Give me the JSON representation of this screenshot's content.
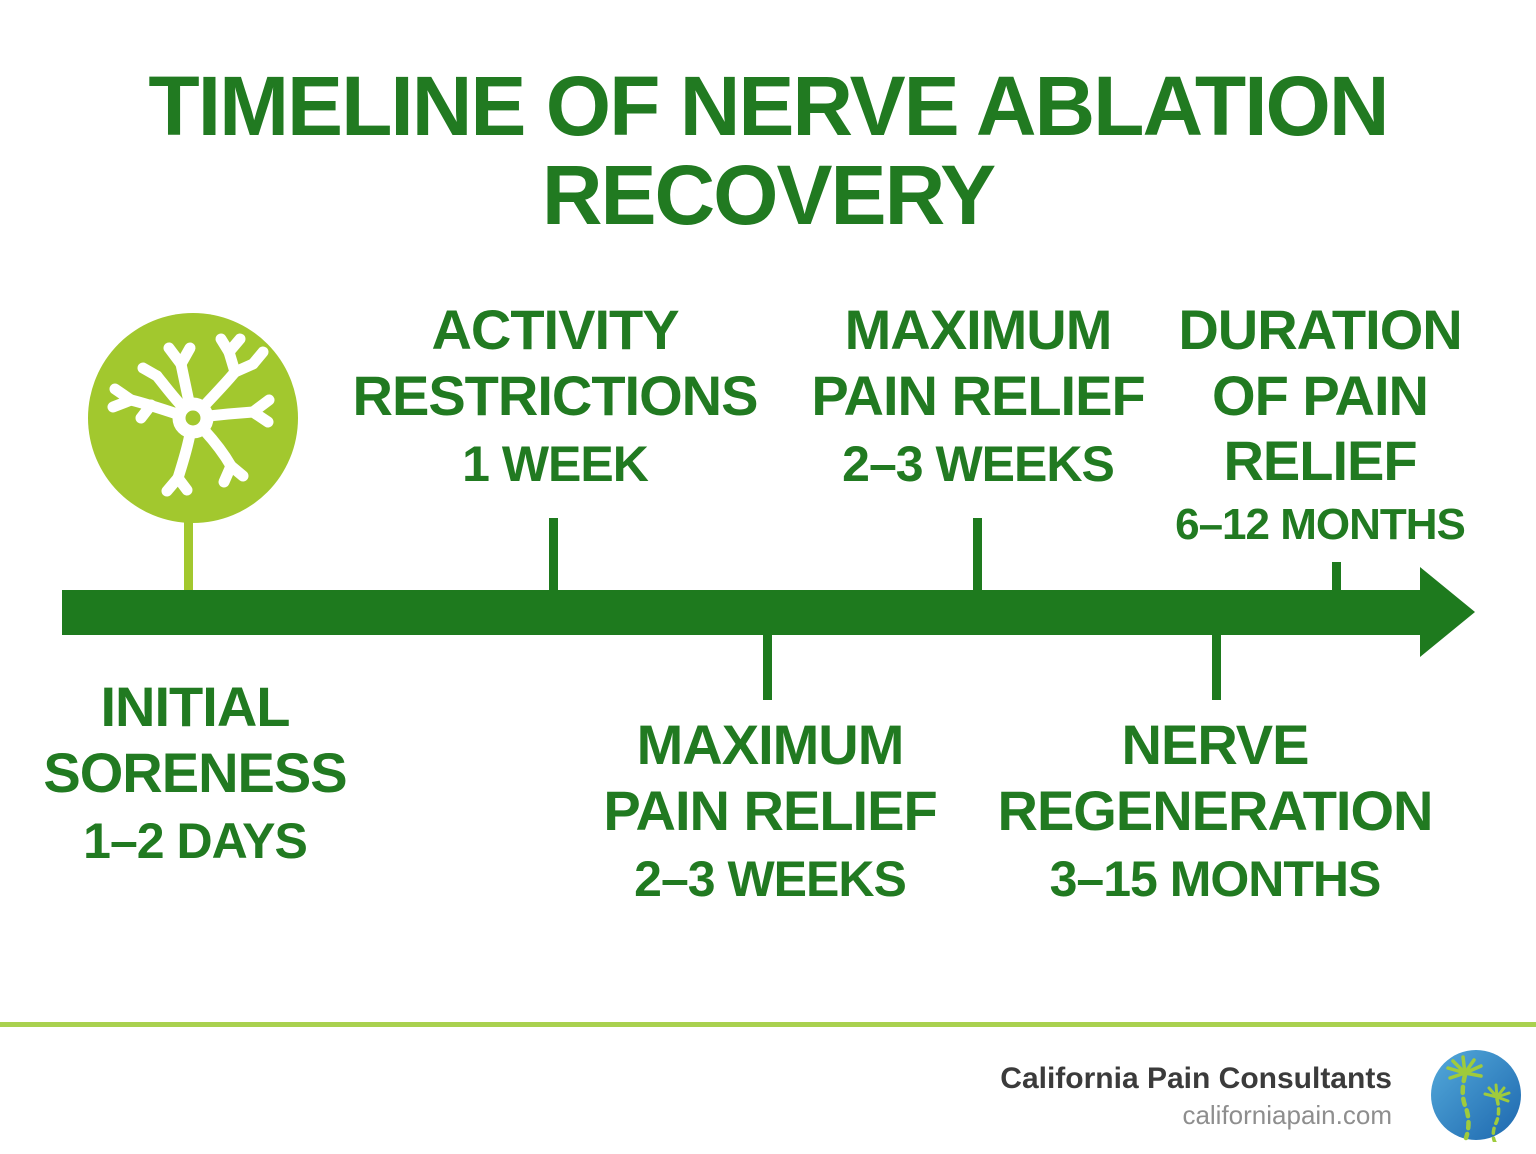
{
  "title": {
    "line1": "TIMELINE OF NERVE ABLATION",
    "line2": "RECOVERY"
  },
  "timeline": {
    "above": [
      {
        "lines": [
          "ACTIVITY",
          "RESTRICTIONS"
        ],
        "duration": "1 WEEK"
      },
      {
        "lines": [
          "MAXIMUM",
          "PAIN RELIEF"
        ],
        "duration": "2–3 WEEKS"
      },
      {
        "lines": [
          "DURATION",
          "OF PAIN",
          "RELIEF"
        ],
        "duration": "6–12 MONTHS"
      }
    ],
    "below": [
      {
        "lines": [
          "INITIAL",
          "SORENESS"
        ],
        "duration": "1–2 DAYS"
      },
      {
        "lines": [
          "MAXIMUM",
          "PAIN RELIEF"
        ],
        "duration": "2–3 WEEKS"
      },
      {
        "lines": [
          "NERVE",
          "REGENERATION"
        ],
        "duration": "3–15 MONTHS"
      }
    ]
  },
  "icons": {
    "nerve": "neuron-icon",
    "logo": "palm-globe-logo-icon"
  },
  "footer": {
    "company": "California Pain Consultants",
    "website": "californiapain.com"
  },
  "colors": {
    "dark_green": "#217a21",
    "timeline_green": "#1e7a1e",
    "light_green": "#a2c82e",
    "divider_green": "#a9d14f",
    "footer_text": "#3b3b3b",
    "footer_muted": "#8e8e8e",
    "logo_blue_light": "#54aadb",
    "logo_blue_dark": "#1d67ae"
  }
}
